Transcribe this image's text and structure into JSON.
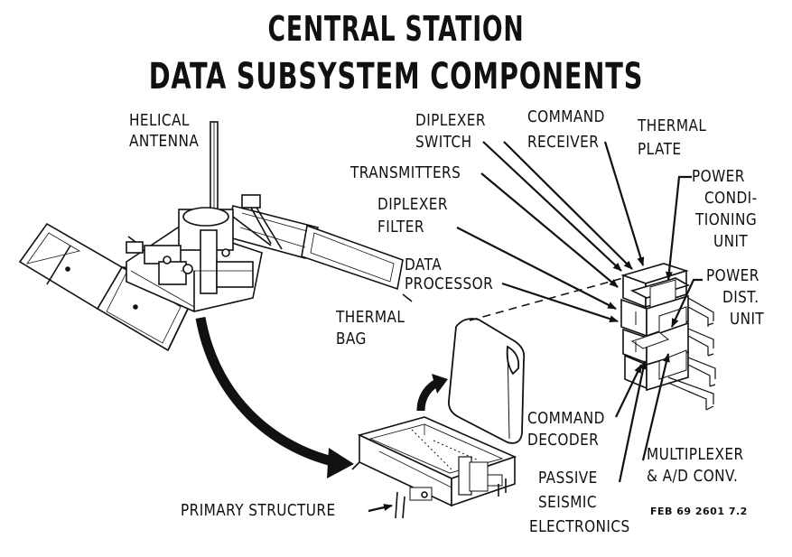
{
  "title": {
    "line1": "CENTRAL STATION",
    "line2": "DATA SUBSYSTEM COMPONENTS"
  },
  "labels": {
    "helical_antenna_1": "HELICAL",
    "helical_antenna_2": "ANTENNA",
    "diplexer_switch_1": "DIPLEXER",
    "diplexer_switch_2": "SWITCH",
    "command_receiver_1": "COMMAND",
    "command_receiver_2": "RECEIVER",
    "thermal_plate_1": "THERMAL",
    "thermal_plate_2": "PLATE",
    "transmitters": "TRANSMITTERS",
    "power_conditioning_1": "POWER",
    "power_conditioning_2": "CONDI-",
    "power_conditioning_3": "TIONING",
    "power_conditioning_4": "UNIT",
    "diplexer_filter_1": "DIPLEXER",
    "diplexer_filter_2": "FILTER",
    "data_processor_1": "DATA",
    "data_processor_2": "PROCESSOR",
    "power_dist_1": "POWER",
    "power_dist_2": "DIST.",
    "power_dist_3": "UNIT",
    "thermal_bag_1": "THERMAL",
    "thermal_bag_2": "BAG",
    "command_decoder_1": "COMMAND",
    "command_decoder_2": "DECODER",
    "multiplexer_1": "MULTIPLEXER",
    "multiplexer_2": "& A/D CONV.",
    "passive_seismic_1": "PASSIVE",
    "passive_seismic_2": "SEISMIC",
    "passive_seismic_3": "ELECTRONICS",
    "primary_structure": "PRIMARY STRUCTURE"
  },
  "reference_code": "FEB 69 2601 7.2"
}
